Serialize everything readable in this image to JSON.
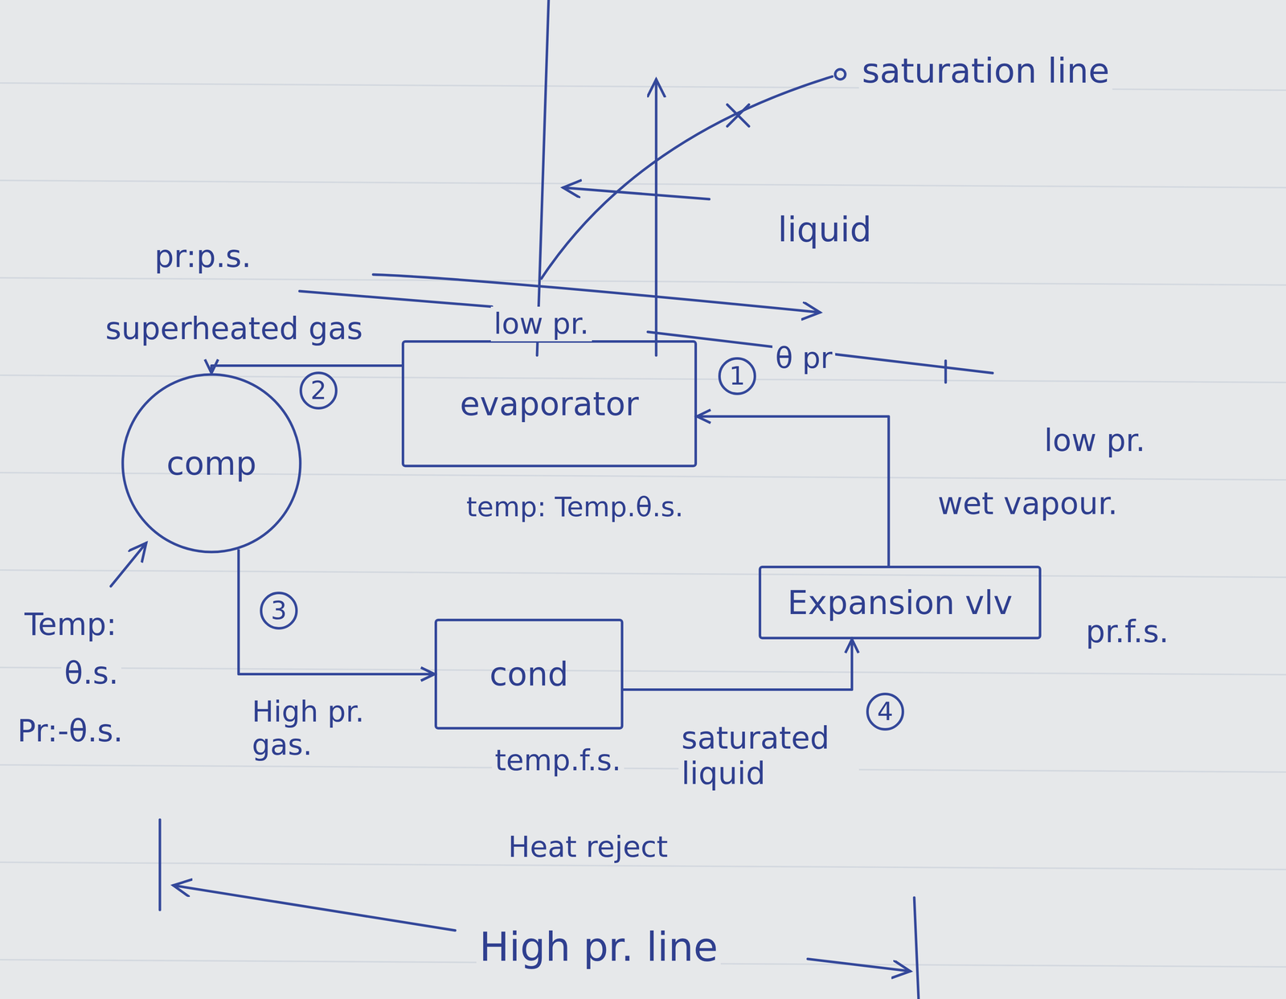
{
  "diagram": {
    "nodes": [
      {
        "text": [
          "evaporator"
        ]
      },
      {
        "text": [
          "comp"
        ]
      },
      {
        "text": [
          "Expansion vlv"
        ]
      },
      {
        "text": [
          "cond"
        ]
      }
    ],
    "edges": [
      {
        "from": 0,
        "to": 1,
        "arrow": "to"
      },
      {
        "from": 1,
        "to": 3,
        "arrow": "to"
      },
      {
        "from": 3,
        "to": 2,
        "arrow": "to"
      },
      {
        "from": 2,
        "to": 0,
        "arrow": "to"
      }
    ],
    "labels": [
      "saturation line",
      "liquid",
      "pr:p.s.",
      "superheated gas",
      "low pr.",
      "2",
      "1",
      "θ pr",
      "low pr.",
      "wet vapour.",
      "temp: Temp.θ.s.",
      "Temp:",
      "θ.s.",
      "Pr:-θ.s.",
      "3",
      "High pr. gas.",
      "pr.f.s.",
      "4",
      "saturated liquid",
      "temp.f.s.",
      "Heat reject",
      "High pr. line"
    ]
  }
}
